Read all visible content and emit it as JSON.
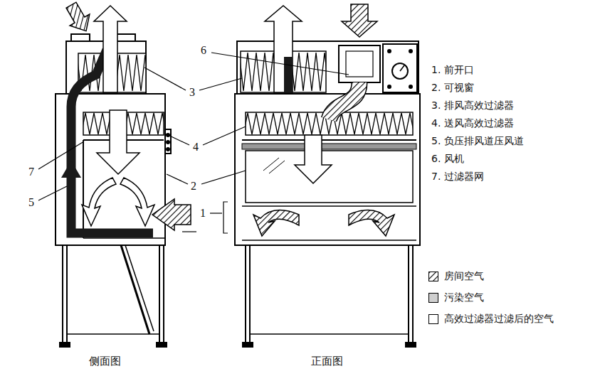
{
  "diagram": {
    "labels": [
      "1. 前开口",
      "2. 可视窗",
      "3. 排风高效过滤器",
      "4. 送风高效过滤器",
      "5. 负压排风道压风道",
      "6. 风机",
      "7. 过滤器网",
      "6",
      "3",
      "4",
      "7",
      "2",
      "5",
      "1",
      "侧面图",
      "正面图"
    ],
    "legend": [
      {
        "text": "房间空气"
      },
      {
        "text": "污染空气",
        "color": "#cfcfcf"
      },
      {
        "text": "高效过滤器过滤后的空气",
        "color": "#ffffff"
      }
    ]
  }
}
